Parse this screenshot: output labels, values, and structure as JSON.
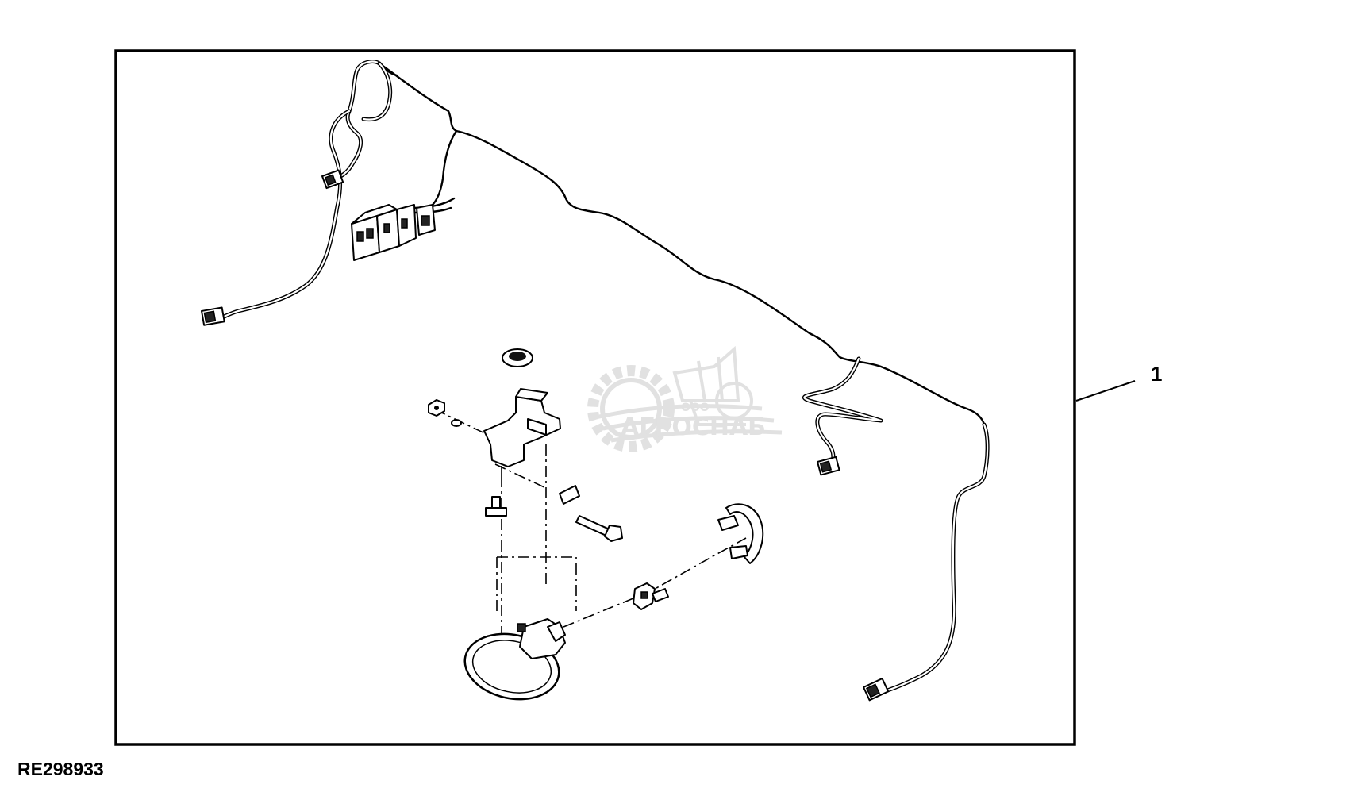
{
  "diagram": {
    "callouts": [
      {
        "id": "1",
        "text": "1"
      }
    ],
    "part_code": "RE298933",
    "watermark": {
      "company_prefix": "ООО",
      "company_name": "АГРОСНАБ"
    }
  }
}
